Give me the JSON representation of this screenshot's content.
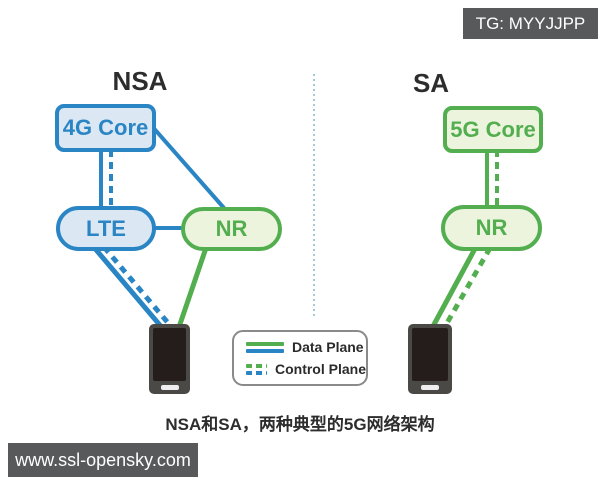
{
  "badges": {
    "tg": "TG: MYYJJPP",
    "site": "www.ssl-opensky.com"
  },
  "diagram": {
    "nsa": {
      "title": "NSA",
      "nodes": {
        "core": "4G Core",
        "lte": "LTE",
        "nr": "NR"
      }
    },
    "sa": {
      "title": "SA",
      "nodes": {
        "core": "5G Core",
        "nr": "NR"
      }
    },
    "legend": {
      "data_plane": "Data Plane",
      "control_plane": "Control Plane"
    },
    "caption": "NSA和SA，两种典型的5G网络架构"
  },
  "colors": {
    "blue": "#2a85c4",
    "blue_fill": "#dbe7f3",
    "green": "#53ae4f",
    "green_fill": "#ecf4dd",
    "divider": "#82b9c9",
    "badge_bg": "#58595b",
    "text_dark": "#2d2d2d"
  }
}
